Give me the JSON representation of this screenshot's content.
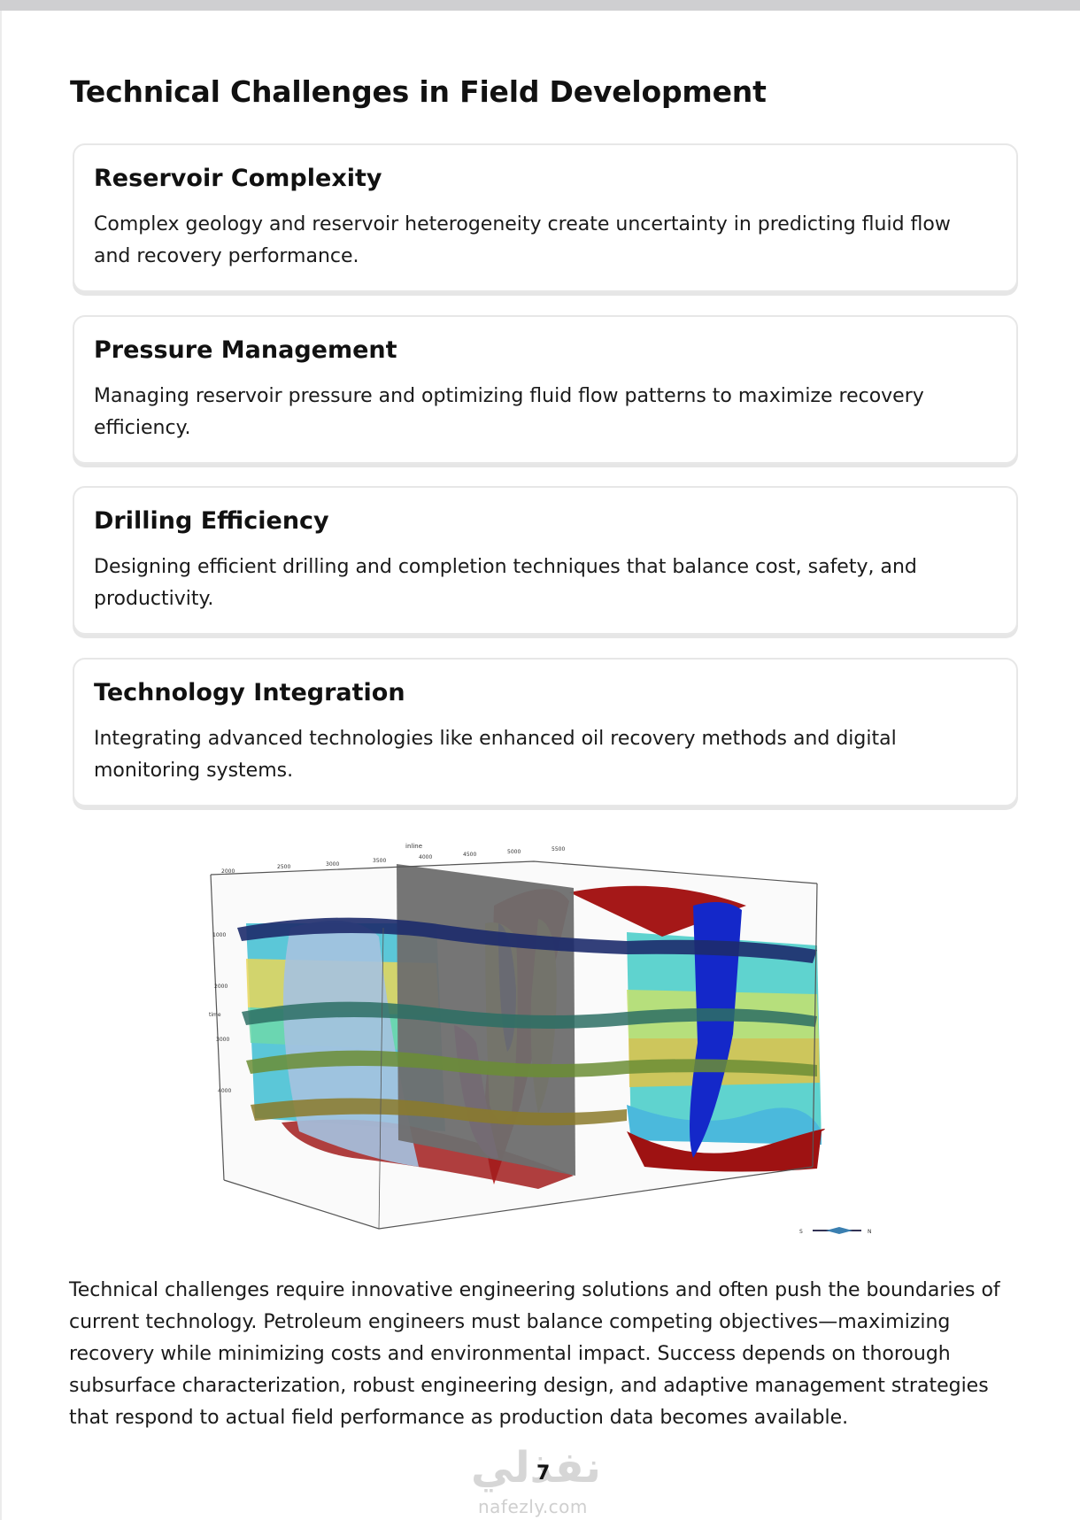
{
  "heading": "Technical Challenges in Field Development",
  "cards": [
    {
      "title": "Reservoir Complexity",
      "text": "Complex geology and reservoir heterogeneity create uncertainty in predicting fluid flow and recovery performance."
    },
    {
      "title": "Pressure Management",
      "text": "Managing reservoir pressure and optimizing fluid flow patterns to maximize recovery efficiency."
    },
    {
      "title": "Drilling Efficiency",
      "text": "Designing efficient drilling and completion techniques that balance cost, safety, and productivity."
    },
    {
      "title": "Technology Integration",
      "text": "Integrating advanced technologies like enhanced oil recovery methods and digital monitoring systems."
    }
  ],
  "figure": {
    "top_axis_label": "inline",
    "top_ticks": [
      "2000",
      "2500",
      "3000",
      "3500",
      "4000",
      "4500",
      "5000",
      "5500"
    ],
    "left_axis_label": "time",
    "left_ticks": [
      "1000",
      "2000",
      "3000",
      "4000"
    ],
    "compass": {
      "s": "S",
      "n": "N"
    }
  },
  "paragraph": "Technical challenges require innovative engineering solutions and often push the boundaries of current technology. Petroleum engineers must balance competing objectives—maximizing recovery while minimizing costs and environmental impact. Success depends on thorough subsurface characterization, robust engineering design, and adaptive management strategies that respond to actual field performance as production data becomes available.",
  "page_number": "7",
  "watermark": {
    "arabic": "نفذلي",
    "latin": "nafezly.com"
  }
}
